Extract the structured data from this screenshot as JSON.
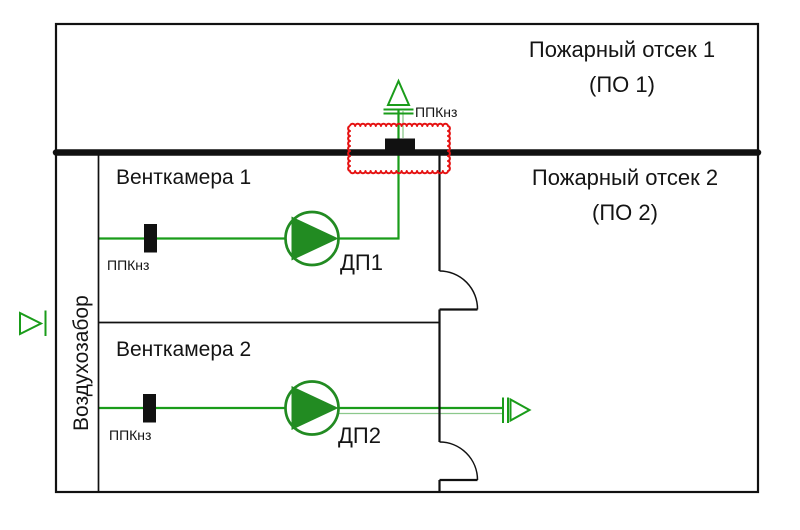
{
  "diagram": {
    "compartment1": {
      "title": "Пожарный отсек 1",
      "abbr": "(ПО 1)"
    },
    "compartment2": {
      "title": "Пожарный отсек 2",
      "abbr": "(ПО 2)"
    },
    "chamber1": "Венткамера 1",
    "chamber2": "Венткамера 2",
    "air_intake": "Воздухозабор",
    "fan1": "ДП1",
    "fan2": "ДП2",
    "damper_top": "ППКнз",
    "damper1": "ППКнз",
    "damper2": "ППКнз"
  },
  "colors": {
    "duct_green": "#1a9c1a",
    "fan_green": "#228b22",
    "companion_green": "#8cc88c",
    "cloud_red": "#e51212",
    "line_black": "#111111",
    "text_black": "#141414"
  }
}
